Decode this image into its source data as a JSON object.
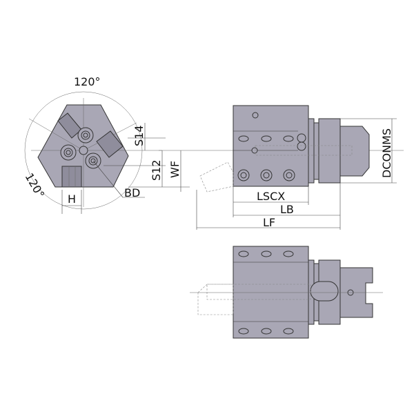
{
  "labels": {
    "angle_top": "120°",
    "angle_left": "120°",
    "s14": "S14",
    "s12": "S12",
    "wf": "WF",
    "bd": "BD",
    "h": "H",
    "lscx": "LSCX",
    "lb": "LB",
    "lf": "LF",
    "dconms": "DCONMS"
  },
  "colors": {
    "body": "#a9a7b5",
    "outline": "#333333"
  }
}
